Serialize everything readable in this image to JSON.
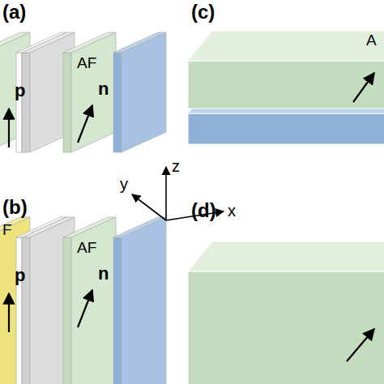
{
  "diagram": {
    "labels": [
      "(a)",
      "AF",
      "n",
      "p",
      "(c)",
      "A",
      "z",
      "y",
      "x",
      "(b)",
      "F",
      "AF",
      "p",
      "n",
      "(d)"
    ]
  }
}
